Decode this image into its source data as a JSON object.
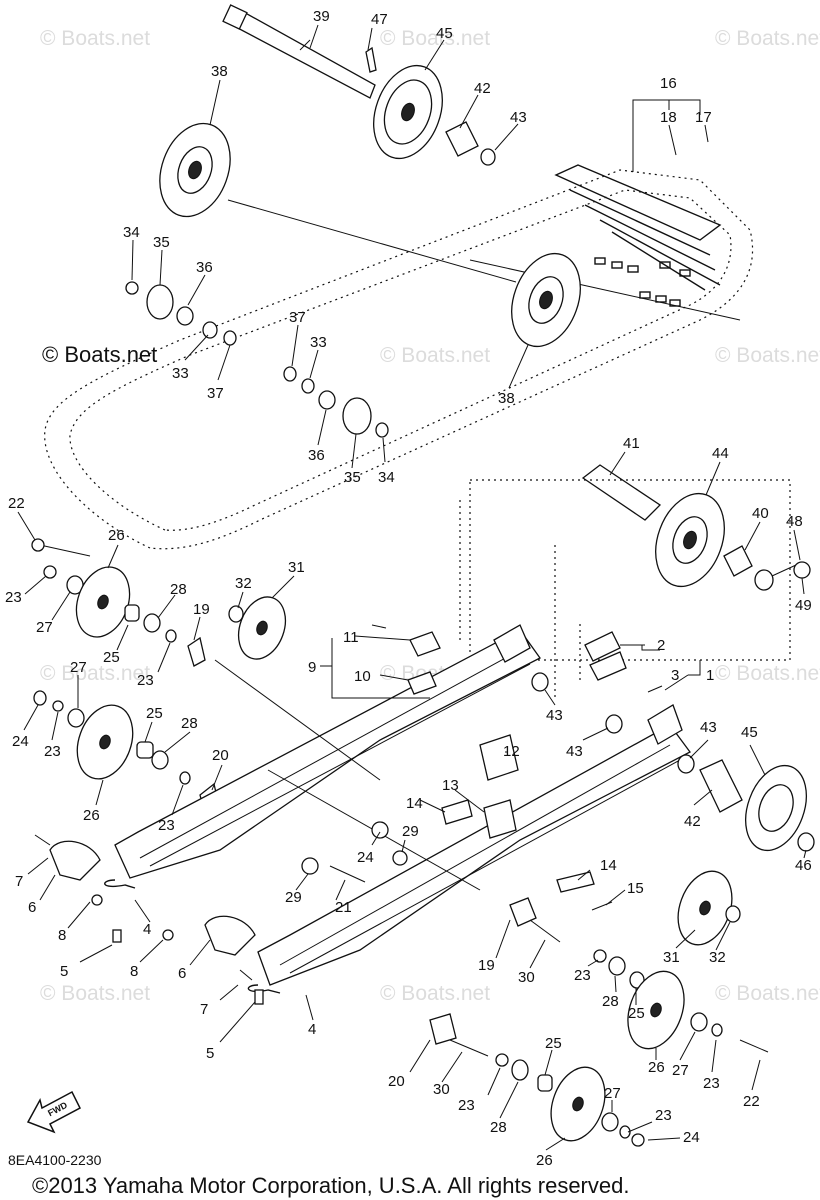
{
  "watermark": "© Boats.net",
  "diagram_code": "8EA4100-2230",
  "copyright": "©2013 Yamaha Motor Corporation, U.S.A. All rights reserved.",
  "fwd_label": "FWD",
  "callouts": {
    "c39": "39",
    "c47": "47",
    "c45a": "45",
    "c38a": "38",
    "c42a": "42",
    "c43a": "43",
    "c16": "16",
    "c18": "18",
    "c17": "17",
    "c34a": "34",
    "c35a": "35",
    "c36a": "36",
    "c33a": "33",
    "c37a": "37",
    "c37b": "37",
    "c33b": "33",
    "c38b": "38",
    "c36b": "36",
    "c35b": "35",
    "c34b": "34",
    "c41": "41",
    "c44": "44",
    "c40": "40",
    "c48": "48",
    "c49": "49",
    "c22a": "22",
    "c26a": "26",
    "c23a": "23",
    "c27a": "27",
    "c28a": "28",
    "c25a": "25",
    "c32a": "32",
    "c31a": "31",
    "c19a": "19",
    "c23b": "23",
    "c11": "11",
    "c9": "9",
    "c10": "10",
    "c2": "2",
    "c3": "3",
    "c1": "1",
    "c27b": "27",
    "c24a": "24",
    "c23c": "23",
    "c25b": "25",
    "c28b": "28",
    "c26b": "26",
    "c20a": "20",
    "c23d": "23",
    "c43b": "43",
    "c43c": "43",
    "c43d": "43",
    "c45b": "45",
    "c12": "12",
    "c13": "13",
    "c14a": "14",
    "c29a": "29",
    "c24b": "24",
    "c42b": "42",
    "c7a": "7",
    "c6a": "6",
    "c8a": "8",
    "c29b": "29",
    "c21": "21",
    "c46": "46",
    "c4a": "4",
    "c14b": "14",
    "c15": "15",
    "c8b": "8",
    "c5a": "5",
    "c6b": "6",
    "c31b": "31",
    "c32b": "32",
    "c19b": "19",
    "c30a": "30",
    "c23e": "23",
    "c28c": "28",
    "c25c": "25",
    "c7b": "7",
    "c4b": "4",
    "c5b": "5",
    "c26c": "26",
    "c27c": "27",
    "c23f": "23",
    "c22b": "22",
    "c25d": "25",
    "c20b": "20",
    "c30b": "30",
    "c23g": "23",
    "c28d": "28",
    "c27d": "27",
    "c23h": "23",
    "c24c": "24",
    "c26d": "26"
  }
}
